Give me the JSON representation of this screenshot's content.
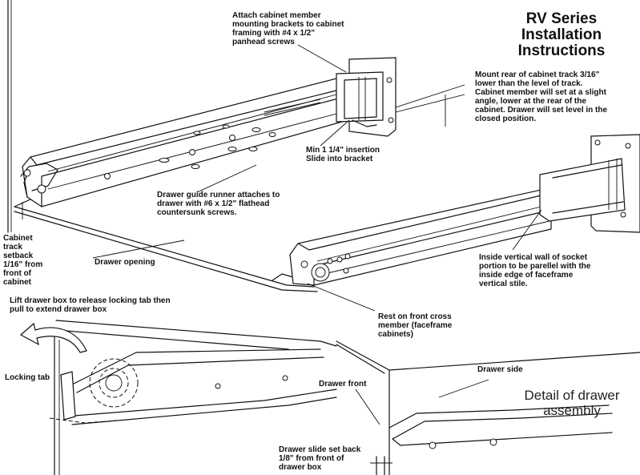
{
  "title": "RV Series\nInstallation\nInstructions",
  "detail_caption": "Detail of drawer\nassembly",
  "labels": {
    "mounting_brackets": "Attach cabinet member\nmounting brackets to cabinet\nframing with #4 x 1/2\"\npanhead screws",
    "mount_rear": "Mount rear of cabinet track 3/16\"\nlower than the level of track.\nCabinet member will set at a slight\nangle, lower at the rear of the\ncabinet. Drawer will set level in the\nclosed position.",
    "min_insertion": "Min 1 1/4\" insertion\nSlide into bracket",
    "guide_runner": "Drawer guide runner attaches to\ndrawer with #6 x 1/2\" flathead\ncountersunk screws.",
    "cabinet_track_setback": "Cabinet\ntrack\nsetback\n1/16\" from\nfront of\ncabinet",
    "drawer_opening": "Drawer opening",
    "socket_wall": "Inside vertical wall of socket\nportion to be parellel with the\ninside edge of faceframe\nvertical stile.",
    "lift_drawer": "Lift drawer box to release locking tab then\npull to extend drawer box",
    "rest_cross_member": "Rest on front cross\nmember (faceframe\ncabinets)",
    "locking_tab": "Locking tab",
    "drawer_front": "Drawer front",
    "drawer_side": "Drawer side",
    "slide_setback": "Drawer slide set back\n1/8\" from front of\ndrawer box"
  }
}
